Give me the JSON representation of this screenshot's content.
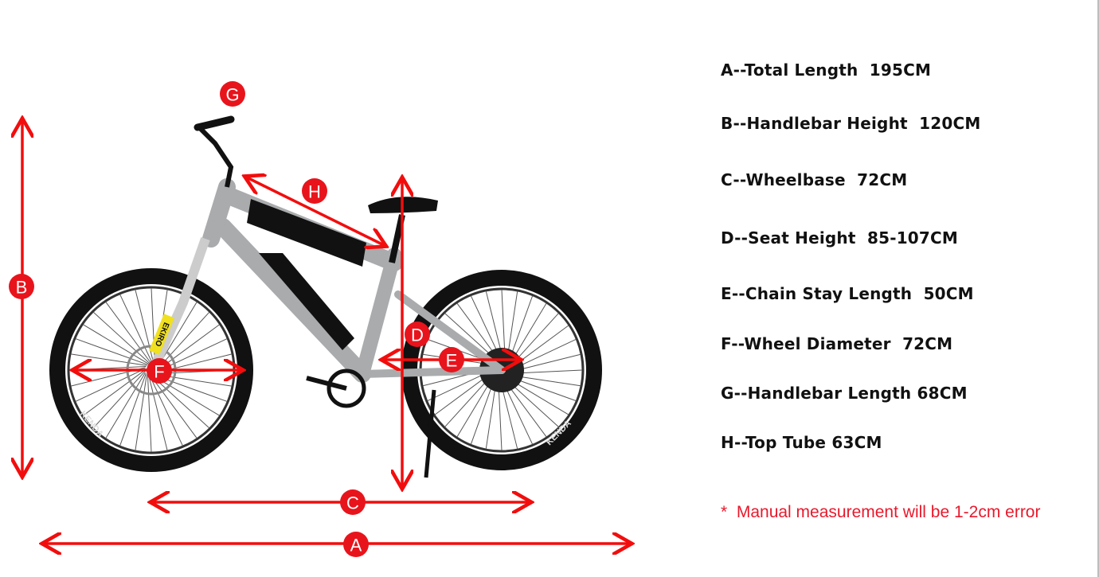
{
  "specs": [
    "A--Total Length  195CM",
    "B--Handlebar Height  120CM",
    "C--Wheelbase  72CM",
    "D--Seat Height  85-107CM",
    "E--Chain Stay Length  50CM",
    "F--Wheel Diameter  72CM",
    "G--Handlebar Length 68CM",
    "H--Top Tube 63CM"
  ],
  "note": "*  Manual measurement will be 1-2cm error",
  "markers": {
    "A": "A",
    "B": "B",
    "C": "C",
    "D": "D",
    "E": "E",
    "F": "F",
    "G": "G",
    "H": "H"
  },
  "tire_brand": "KENDA",
  "fork_brand": "EKIRO",
  "colors": {
    "arrow": "#f20d0d",
    "marker": "#e8141c",
    "note": "#e8192c",
    "frame": "#a9abad"
  }
}
